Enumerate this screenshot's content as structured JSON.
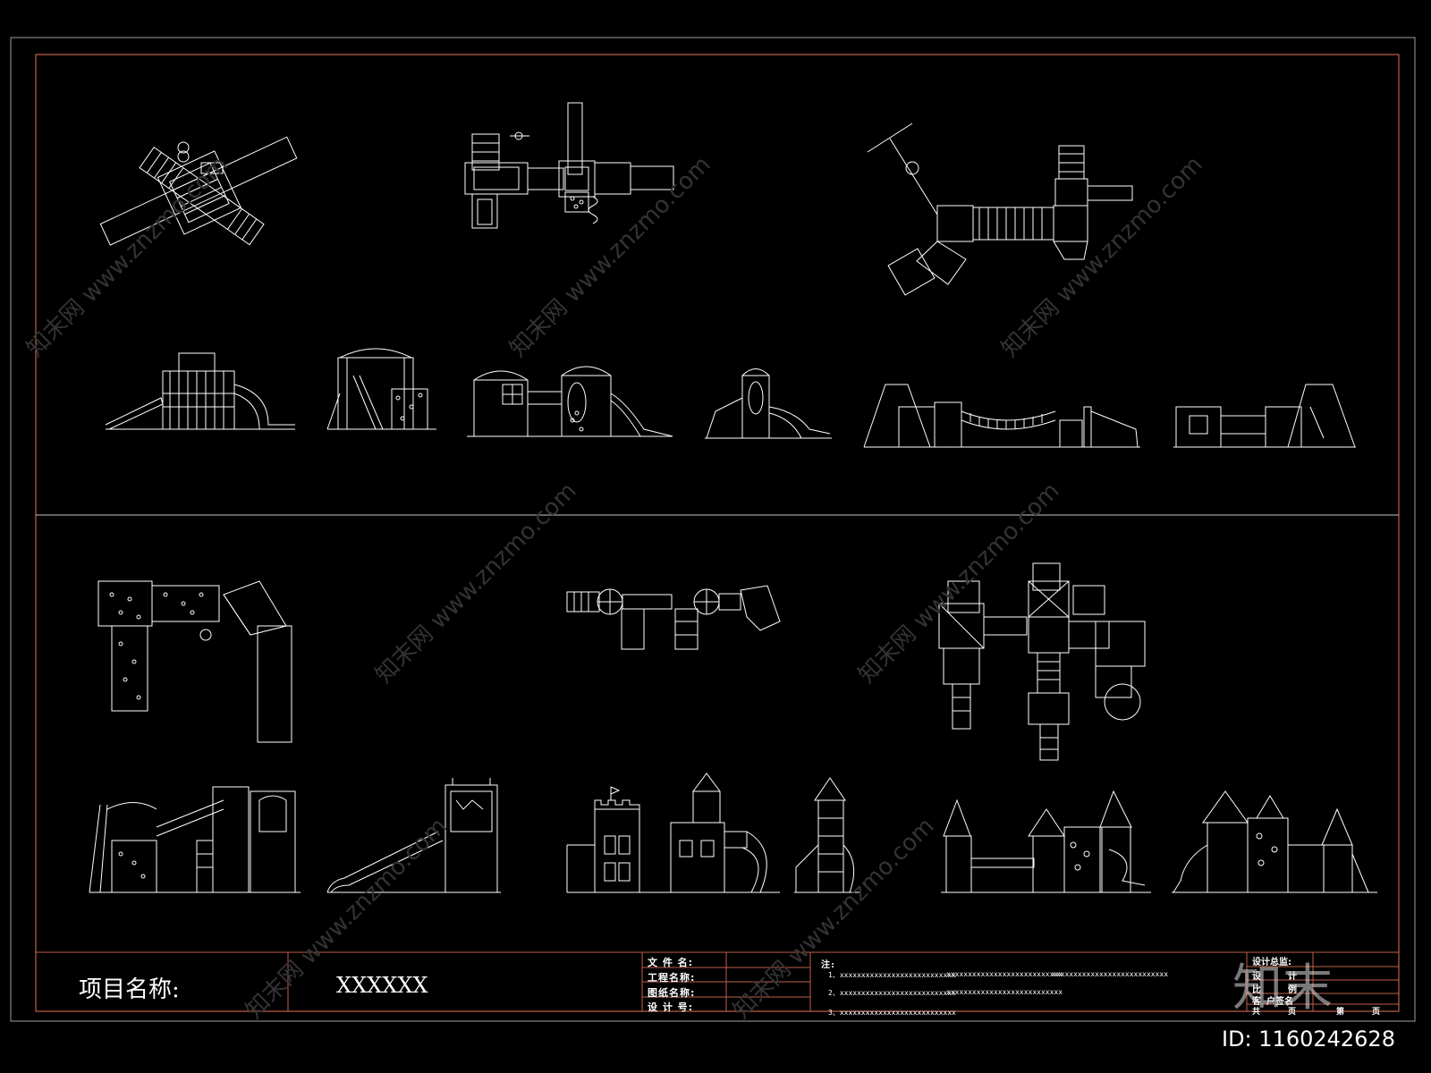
{
  "title_block": {
    "project_label": "项目名称:",
    "project_value": "XXXXXX",
    "info_labels": [
      "文 件 名:",
      "工程名称:",
      "图纸名称:",
      "设 计 号:"
    ],
    "notes_title": "注:",
    "notes": [
      "1、xxxxxxxxxxxxxxxxxxxxxxxxxxx",
      "xxxxxxxxxxxxxxxxxxxxxxxxxxx",
      "xxxxxxxxxxxxxxxxxxxxxxxxxxx",
      "2、xxxxxxxxxxxxxxxxxxxxxxxxxxx",
      "xxxxxxxxxxxxxxxxxxxxxxxxxxx",
      "3、xxxxxxxxxxxxxxxxxxxxxxxxxxx"
    ],
    "right_labels": [
      "设计总监:",
      "设",
      "计",
      "比",
      "例",
      "客",
      "户签名",
      "共",
      "页",
      "第",
      "页"
    ]
  },
  "watermark_text": "知末网 www.znzmo.com",
  "logo_text": "知末",
  "image_id": "ID: 1160242628",
  "colors": {
    "background": "#000000",
    "frame_outer": "#a0a0a0",
    "frame_inner": "#c0604a",
    "line": "#ffffff"
  }
}
